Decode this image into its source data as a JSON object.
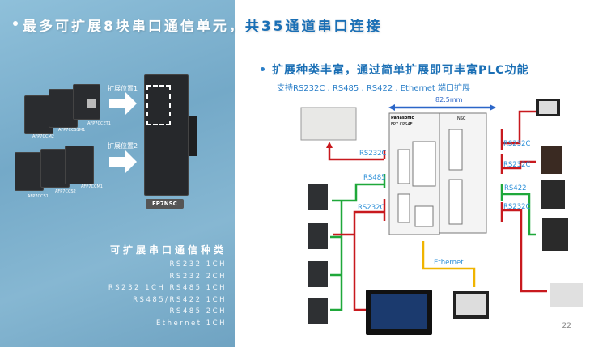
{
  "title": "最多可扩展8块串口通信单元，共35通道串口连接",
  "left": {
    "expand_pos_1": "扩展位置1",
    "expand_pos_2": "扩展位置2",
    "modules": [
      "AFP7CCM2",
      "AFP7CCS1M1",
      "AFP7CCET1",
      "AFP7CCS1",
      "AFP7CCS2",
      "AFP7CCM1"
    ],
    "unit_label": "FP7NSC",
    "types_title": "可扩展串口通信种类",
    "types": [
      "RS232 1CH",
      "RS232 2CH",
      "RS232 1CH RS485 1CH",
      "RS485/RS422 1CH",
      "RS485 2CH",
      "Ethernet 1CH"
    ]
  },
  "right": {
    "heading": "扩展种类丰富，通过简单扩展即可丰富PLC功能",
    "subheading": "支持RS232C , RS485 , RS422 , Ethernet 端口扩展",
    "dimension": "82.5mm",
    "plc_brand": "Panasonic",
    "plc_model": "FP7  CPS4E",
    "nsc_label": "NSC",
    "ports_left": [
      "RS232C",
      "RS485",
      "RS232C"
    ],
    "ports_right": [
      "RS232C",
      "RS232C",
      "RS422",
      "RS232C"
    ],
    "ethernet": "Ethernet",
    "colors": {
      "rs232": "#c8191e",
      "rs485": "#1fa83a",
      "ethernet": "#f0b400",
      "dim": "#2b66c8"
    }
  },
  "page_number": "22"
}
